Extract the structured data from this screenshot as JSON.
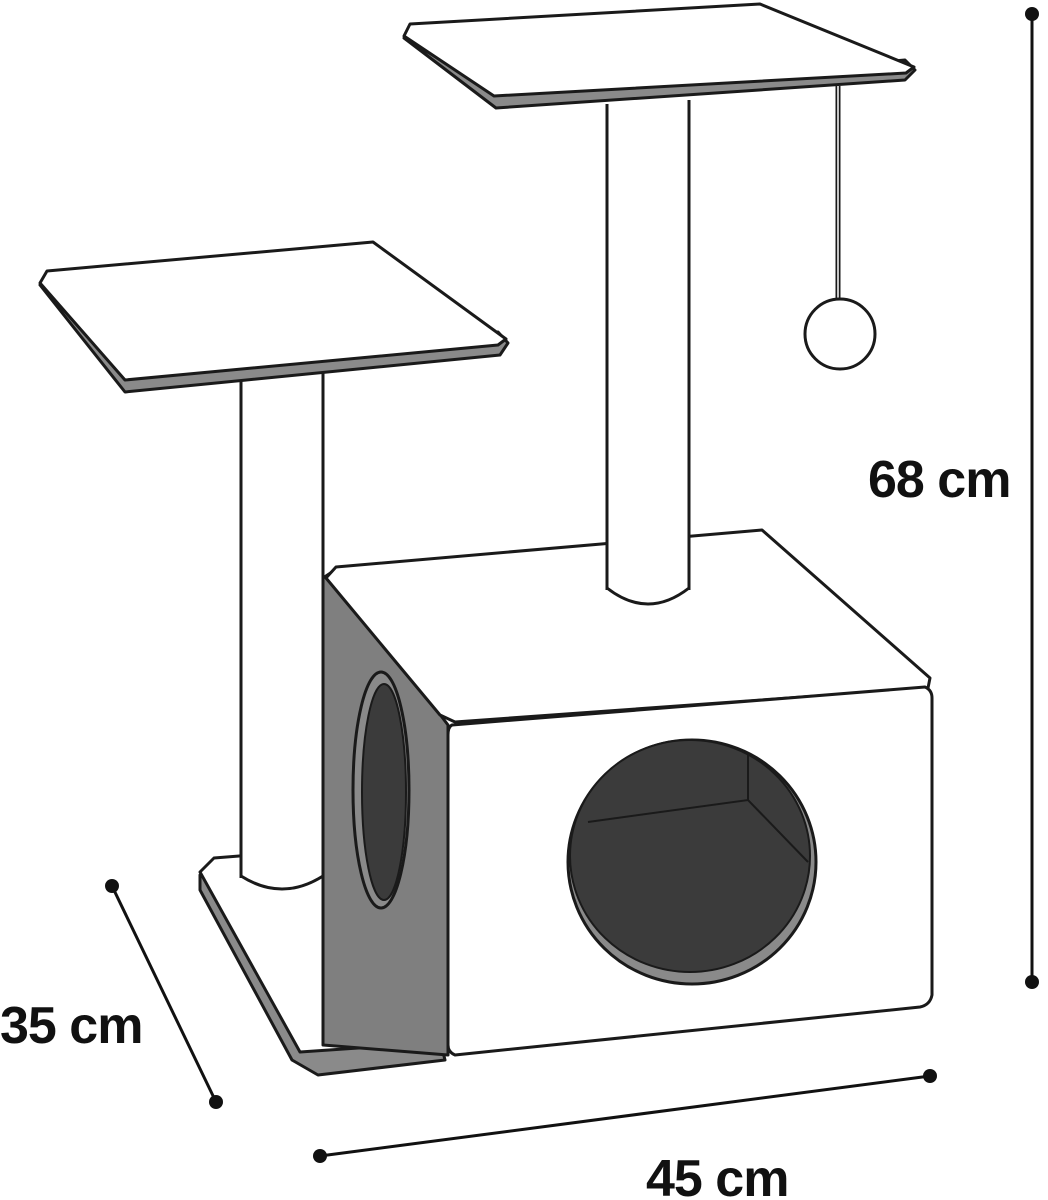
{
  "dimensions": {
    "height": "68 cm",
    "depth": "35 cm",
    "width": "45 cm"
  },
  "colors": {
    "outline": "#1a1a1a",
    "edge_gray": "#8a8a8a",
    "side_gray": "#7f7f7f",
    "hole_dark": "#3b3b3b",
    "hole_rim": "#8a8a8a",
    "fill_light": "#ffffff"
  }
}
